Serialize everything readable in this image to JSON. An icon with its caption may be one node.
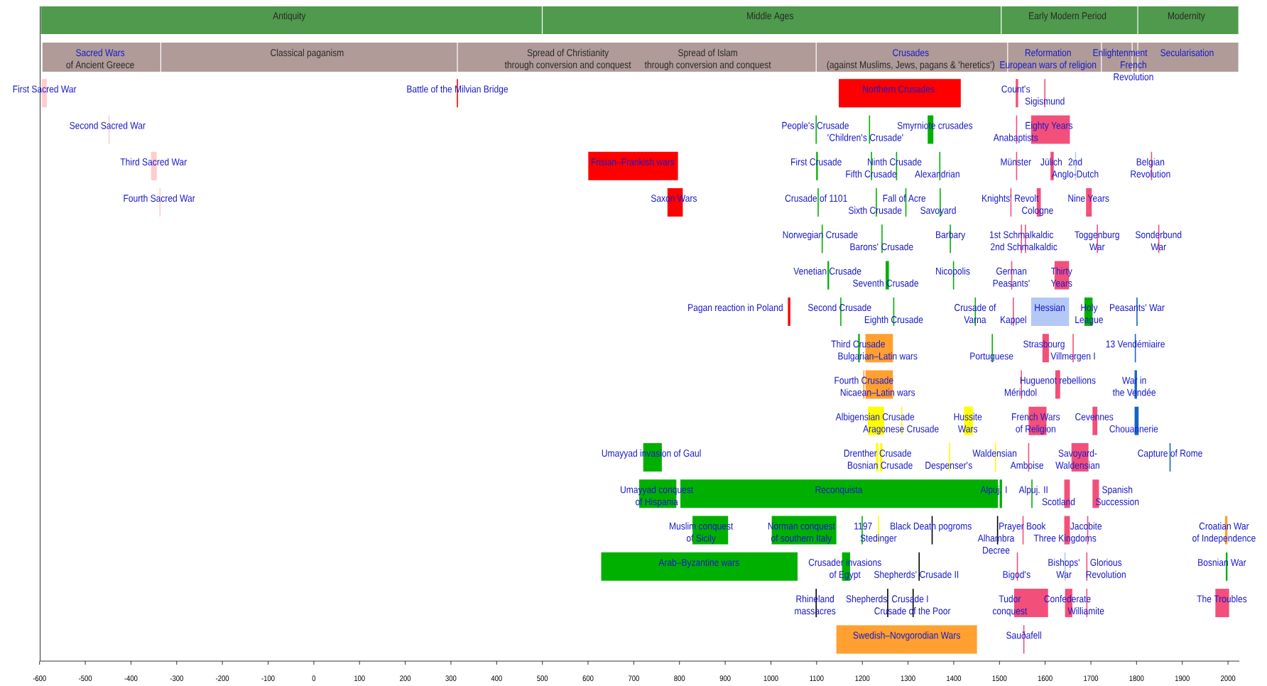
{
  "diagram": {
    "nodes": [
      {
        "text": [
          "Antiquity"
        ]
      },
      {
        "text": [
          "Middle Ages"
        ]
      },
      {
        "text": [
          "Early Modern Period"
        ]
      },
      {
        "text": [
          "Modernity"
        ]
      },
      {
        "text": [
          "Sacred Wars",
          "of Ancient Greece"
        ]
      },
      {
        "text": [
          "Classical paganism"
        ]
      },
      {
        "text": [
          "Spread of Christianity through conversion and conquest",
          "Spread of Islam through conversion and conquest"
        ]
      },
      {
        "text": [
          "Crusades",
          "(against Muslims, Jews, pagans & 'heretics')"
        ]
      },
      {
        "text": [
          "Reformation",
          "European wars of religion"
        ]
      },
      {
        "text": [
          "Enlightenment"
        ]
      },
      {
        "text": [
          "French Revolution"
        ]
      },
      {
        "text": [
          "Secularisation"
        ]
      },
      {
        "text": [
          "First Sacred War"
        ]
      },
      {
        "text": [
          "Battle of the Milvian Bridge"
        ]
      },
      {
        "text": [
          "Northern Crusades"
        ]
      },
      {
        "text": [
          "Count's"
        ]
      },
      {
        "text": [
          "Sigismund"
        ]
      },
      {
        "text": [
          "Second Sacred War"
        ]
      },
      {
        "text": [
          "People's Crusade"
        ]
      },
      {
        "text": [
          "'Children's Crusade'"
        ]
      },
      {
        "text": [
          "Smyrniote crusades"
        ]
      },
      {
        "text": [
          "Anabaptists"
        ]
      },
      {
        "text": [
          "Eighty Years"
        ]
      },
      {
        "text": [
          "Third Sacred War"
        ]
      },
      {
        "text": [
          "Frisian–Frankish wars"
        ]
      },
      {
        "text": [
          "First Crusade"
        ]
      },
      {
        "text": [
          "Fifth Crusade"
        ]
      },
      {
        "text": [
          "Ninth Crusade"
        ]
      },
      {
        "text": [
          "Alexandrian"
        ]
      },
      {
        "text": [
          "Münster"
        ]
      },
      {
        "text": [
          "Jülich"
        ]
      },
      {
        "text": [
          "2nd Anglo-Dutch"
        ]
      },
      {
        "text": [
          "Belgian Revolution"
        ]
      },
      {
        "text": [
          "Fourth Sacred War"
        ]
      },
      {
        "text": [
          "Saxon Wars"
        ]
      },
      {
        "text": [
          "Crusade of 1101"
        ]
      },
      {
        "text": [
          "Sixth Crusade"
        ]
      },
      {
        "text": [
          "Fall of Acre"
        ]
      },
      {
        "text": [
          "Savoyard"
        ]
      },
      {
        "text": [
          "Knights' Revolt"
        ]
      },
      {
        "text": [
          "Cologne"
        ]
      },
      {
        "text": [
          "Nine Years"
        ]
      },
      {
        "text": [
          "Norwegian Crusade"
        ]
      },
      {
        "text": [
          "Barons' Crusade"
        ]
      },
      {
        "text": [
          "Barbary"
        ]
      },
      {
        "text": [
          "1st Schmalkaldic"
        ]
      },
      {
        "text": [
          "2nd Schmalkaldic"
        ]
      },
      {
        "text": [
          "Toggenburg War"
        ]
      },
      {
        "text": [
          "Sonderbund War"
        ]
      },
      {
        "text": [
          "Venetian Crusade"
        ]
      },
      {
        "text": [
          "Seventh Crusade"
        ]
      },
      {
        "text": [
          "Nicopolis"
        ]
      },
      {
        "text": [
          "German Peasants'"
        ]
      },
      {
        "text": [
          "Thirty Years"
        ]
      },
      {
        "text": [
          "Pagan reaction in Poland"
        ]
      },
      {
        "text": [
          "Second Crusade"
        ]
      },
      {
        "text": [
          "Eighth Crusade"
        ]
      },
      {
        "text": [
          "Crusade of Varna"
        ]
      },
      {
        "text": [
          "Kappel"
        ]
      },
      {
        "text": [
          "Hessian"
        ]
      },
      {
        "text": [
          "Holy League"
        ]
      },
      {
        "text": [
          "Peasants' War"
        ]
      },
      {
        "text": [
          "Third Crusade"
        ]
      },
      {
        "text": [
          "Bulgarian–Latin wars"
        ]
      },
      {
        "text": [
          "Portuguese"
        ]
      },
      {
        "text": [
          "Strasbourg"
        ]
      },
      {
        "text": [
          "Villmergen I"
        ]
      },
      {
        "text": [
          "13 Vendémiaire"
        ]
      },
      {
        "text": [
          "Fourth Crusade"
        ]
      },
      {
        "text": [
          "Nicaean–Latin wars"
        ]
      },
      {
        "text": [
          "Mérindol"
        ]
      },
      {
        "text": [
          "Huguenot rebellions"
        ]
      },
      {
        "text": [
          "War in the Vendée"
        ]
      },
      {
        "text": [
          "Albigensian Crusade"
        ]
      },
      {
        "text": [
          "Aragonese Crusade"
        ]
      },
      {
        "text": [
          "Hussite Wars"
        ]
      },
      {
        "text": [
          "French Wars of Religion"
        ]
      },
      {
        "text": [
          "Cevennes"
        ]
      },
      {
        "text": [
          "Chouannerie"
        ]
      },
      {
        "text": [
          "Umayyad invasion of Gaul"
        ]
      },
      {
        "text": [
          "Drenther Crusade"
        ]
      },
      {
        "text": [
          "Bosnian Crusade"
        ]
      },
      {
        "text": [
          "Despenser's"
        ]
      },
      {
        "text": [
          "Waldensian"
        ]
      },
      {
        "text": [
          "Amboise"
        ]
      },
      {
        "text": [
          "Savoyard-Waldensian"
        ]
      },
      {
        "text": [
          "Capture of Rome"
        ]
      },
      {
        "text": [
          "Umayyad conquest of Hispania"
        ]
      },
      {
        "text": [
          "Reconquista"
        ]
      },
      {
        "text": [
          "Alpuj. I"
        ]
      },
      {
        "text": [
          "Alpuj. II"
        ]
      },
      {
        "text": [
          "Scotland"
        ]
      },
      {
        "text": [
          "Spanish Succession"
        ]
      },
      {
        "text": [
          "Muslim conquest of Sicily"
        ]
      },
      {
        "text": [
          "Norman conquest of southern Italy"
        ]
      },
      {
        "text": [
          "1197"
        ]
      },
      {
        "text": [
          "Stedinger"
        ]
      },
      {
        "text": [
          "Black Death pogroms"
        ]
      },
      {
        "text": [
          "Alhambra Decree"
        ]
      },
      {
        "text": [
          "Prayer Book"
        ]
      },
      {
        "text": [
          "Three Kingdoms"
        ]
      },
      {
        "text": [
          "Jacobite"
        ]
      },
      {
        "text": [
          "Croatian War of Independence"
        ]
      },
      {
        "text": [
          "Arab–Byzantine wars"
        ]
      },
      {
        "text": [
          "Crusader invasions of Egypt"
        ]
      },
      {
        "text": [
          "Shepherds' Crusade II"
        ]
      },
      {
        "text": [
          "Bigod's"
        ]
      },
      {
        "text": [
          "Bishops' War"
        ]
      },
      {
        "text": [
          "Glorious Revolution"
        ]
      },
      {
        "text": [
          "Bosnian War"
        ]
      },
      {
        "text": [
          "Rhineland massacres"
        ]
      },
      {
        "text": [
          "Shepherds' Crusade I"
        ]
      },
      {
        "text": [
          "Crusade of the Poor"
        ]
      },
      {
        "text": [
          "Tudor conquest"
        ]
      },
      {
        "text": [
          "Confederate"
        ]
      },
      {
        "text": [
          "Williamite"
        ]
      },
      {
        "text": [
          "The Troubles"
        ]
      },
      {
        "text": [
          "Swedish–Novgorodian Wars"
        ]
      },
      {
        "text": [
          "Sauðafell"
        ]
      }
    ],
    "labels": [
      "-600",
      "-500",
      "-400",
      "-300",
      "-200",
      "-100",
      "0",
      "100",
      "200",
      "300",
      "400",
      "500",
      "600",
      "700",
      "800",
      "900",
      "1000",
      "1100",
      "1200",
      "1300",
      "1400",
      "1500",
      "1600",
      "1700",
      "1800",
      "1900",
      "2000"
    ]
  }
}
